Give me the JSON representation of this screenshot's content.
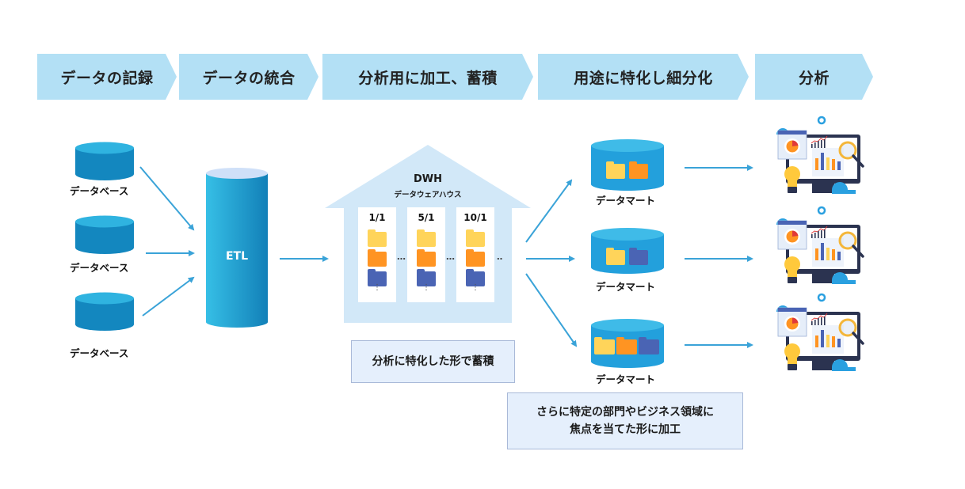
{
  "steps": [
    {
      "label": "データの記録"
    },
    {
      "label": "データの統合"
    },
    {
      "label": "分析用に加工、蓄積"
    },
    {
      "label": "用途に特化し細分化"
    },
    {
      "label": "分析"
    }
  ],
  "sources": [
    {
      "label": "データベース",
      "icon": "database-icon"
    },
    {
      "label": "データベース",
      "icon": "database-icon"
    },
    {
      "label": "データベース",
      "icon": "database-icon"
    }
  ],
  "etl": {
    "label": "ETL",
    "icon": "cylinder-icon"
  },
  "dwh": {
    "title": "DWH",
    "subtitle": "データウェアハウス",
    "columns": [
      {
        "date": "1/1",
        "folders": [
          "yellow",
          "orange",
          "blue"
        ],
        "more": "⋮"
      },
      {
        "date": "5/1",
        "folders": [
          "yellow",
          "orange",
          "blue"
        ],
        "more": "⋮"
      },
      {
        "date": "10/1",
        "folders": [
          "yellow",
          "orange",
          "blue"
        ],
        "more": "⋮"
      }
    ],
    "separator": "…",
    "trailing": "‥",
    "note": "分析に特化した形で蓄積"
  },
  "marts": [
    {
      "label": "データマート",
      "folders": [
        "yellow",
        "orange"
      ]
    },
    {
      "label": "データマート",
      "folders": [
        "yellow",
        "blue"
      ]
    },
    {
      "label": "データマート",
      "folders": [
        "yellow",
        "orange",
        "blue"
      ]
    }
  ],
  "mart_note": {
    "line1": "さらに特定の部門やビジネス領域に",
    "line2": "焦点を当てた形に加工"
  },
  "analysis": [
    {
      "icon": "analytics-dashboard-icon"
    },
    {
      "icon": "analytics-dashboard-icon"
    },
    {
      "icon": "analytics-dashboard-icon"
    }
  ],
  "colors": {
    "step_bg": "#b3e0f5",
    "arrow": "#3aa3d8",
    "db_top": "#2fb3e0",
    "db_body": "#1387bf",
    "etl_top": "#cfe0f8",
    "house": "#d2e8f8",
    "folder_yellow": "#ffd45a",
    "folder_orange": "#ff9422",
    "folder_blue": "#4a64b4",
    "note_bg": "#e5effc"
  }
}
